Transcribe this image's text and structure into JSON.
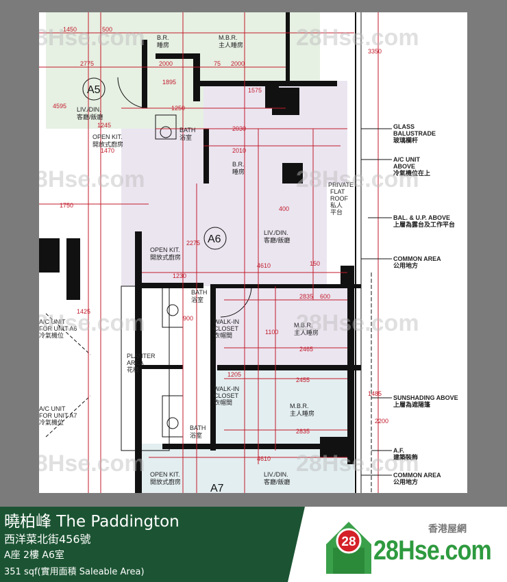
{
  "listing": {
    "title": "曉柏峰 The Paddington",
    "address": "西洋菜北街456號",
    "unit": "A座 2樓 A6室",
    "area": "351 sqf(實用面積 Saleable Area)"
  },
  "logo": {
    "cn": "香港屋網",
    "badge": "28",
    "text": "28Hse.com"
  },
  "watermark": "28Hse.com",
  "plan": {
    "units": [
      "A5",
      "A6",
      "A7"
    ],
    "rooms": {
      "br_a5": [
        "B.R.",
        "睡房"
      ],
      "mbr_a5": [
        "M.B.R.",
        "主人睡房"
      ],
      "liv_a5": [
        "LIV./DIN.",
        "客廳/飯廳"
      ],
      "kit_a5": [
        "OPEN KIT.",
        "開放式廚房"
      ],
      "bath1": [
        "BATH",
        "浴室"
      ],
      "br_a6": [
        "B.R.",
        "睡房"
      ],
      "liv_a6": [
        "LIV./DIN.",
        "客廳/飯廳"
      ],
      "kit_a6": [
        "OPEN KIT.",
        "開放式廚房"
      ],
      "bath2": [
        "BATH",
        "浴室"
      ],
      "closet1": [
        "WALK-IN",
        "CLOSET",
        "衣帽間"
      ],
      "mbr_a6": [
        "M.B.R.",
        "主人睡房"
      ],
      "planter": [
        "PLANTER",
        "AREA",
        "花槽"
      ],
      "closet2": [
        "WALK-IN",
        "CLOSET",
        "衣帽間"
      ],
      "mbr_a7": [
        "M.B.R.",
        "主人睡房"
      ],
      "bath3": [
        "BATH",
        "浴室"
      ],
      "kit_a7": [
        "OPEN KIT.",
        "開放式廚房"
      ],
      "liv_a7": [
        "LIV./DIN.",
        "客廳/飯廳"
      ],
      "flatroof": [
        "PRIVATE",
        "FLAT",
        "ROOF",
        "私人",
        "平台"
      ],
      "ac_a6": [
        "A/C UNIT",
        "FOR UNIT A6",
        "冷氣機位"
      ],
      "ac_a7": [
        "A/C UNIT",
        "FOR UNIT A7",
        "冷氣機位"
      ]
    },
    "callouts": [
      [
        "GLASS",
        "BALUSTRADE",
        "玻璃欄杆"
      ],
      [
        "A/C UNIT",
        "ABOVE",
        "冷氣機位在上"
      ],
      [
        "BAL. & U.P. ABOVE",
        "上層為露台及工作平台"
      ],
      [
        "COMMON AREA",
        "公用地方"
      ],
      [
        "SUNSHADING ABOVE",
        "上層為遮陽篷"
      ],
      [
        "A.F.",
        "建築裝飾"
      ],
      [
        "COMMON AREA",
        "公用地方"
      ]
    ],
    "dims": [
      "1450",
      "500",
      "2775",
      "2000",
      "75",
      "2000",
      "1575",
      "1250",
      "1245",
      "1470",
      "2030",
      "2010",
      "4610",
      "1230",
      "2835",
      "2465",
      "1205",
      "2455",
      "2835",
      "4610",
      "1750",
      "900",
      "150",
      "400",
      "600",
      "1100",
      "1425",
      "2275",
      "2200",
      "3350",
      "4595",
      "1895",
      "1485"
    ]
  },
  "colors": {
    "footer_green": "#1c5433",
    "background": "#7b7b7b",
    "dimension_red": "#c21a2a",
    "logo_green": "#2e9a3f",
    "logo_red": "#d42027"
  }
}
